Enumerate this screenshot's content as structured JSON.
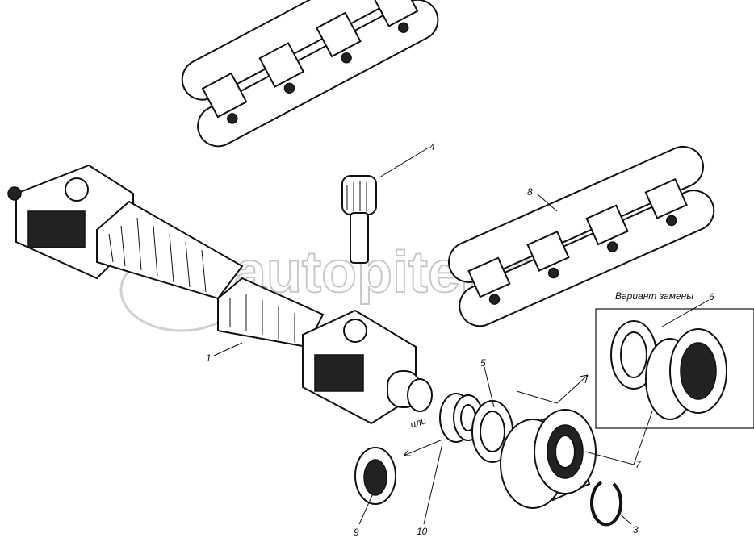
{
  "labels": {
    "part_1": "1",
    "part_3": "3",
    "part_4": "4",
    "part_5": "5",
    "part_6": "6",
    "part_7": "7",
    "part_8": "8",
    "part_9": "9",
    "part_10": "10"
  },
  "replacement_caption": "Вариант замены",
  "or_caption": "или",
  "watermark": "autopiter.ru"
}
